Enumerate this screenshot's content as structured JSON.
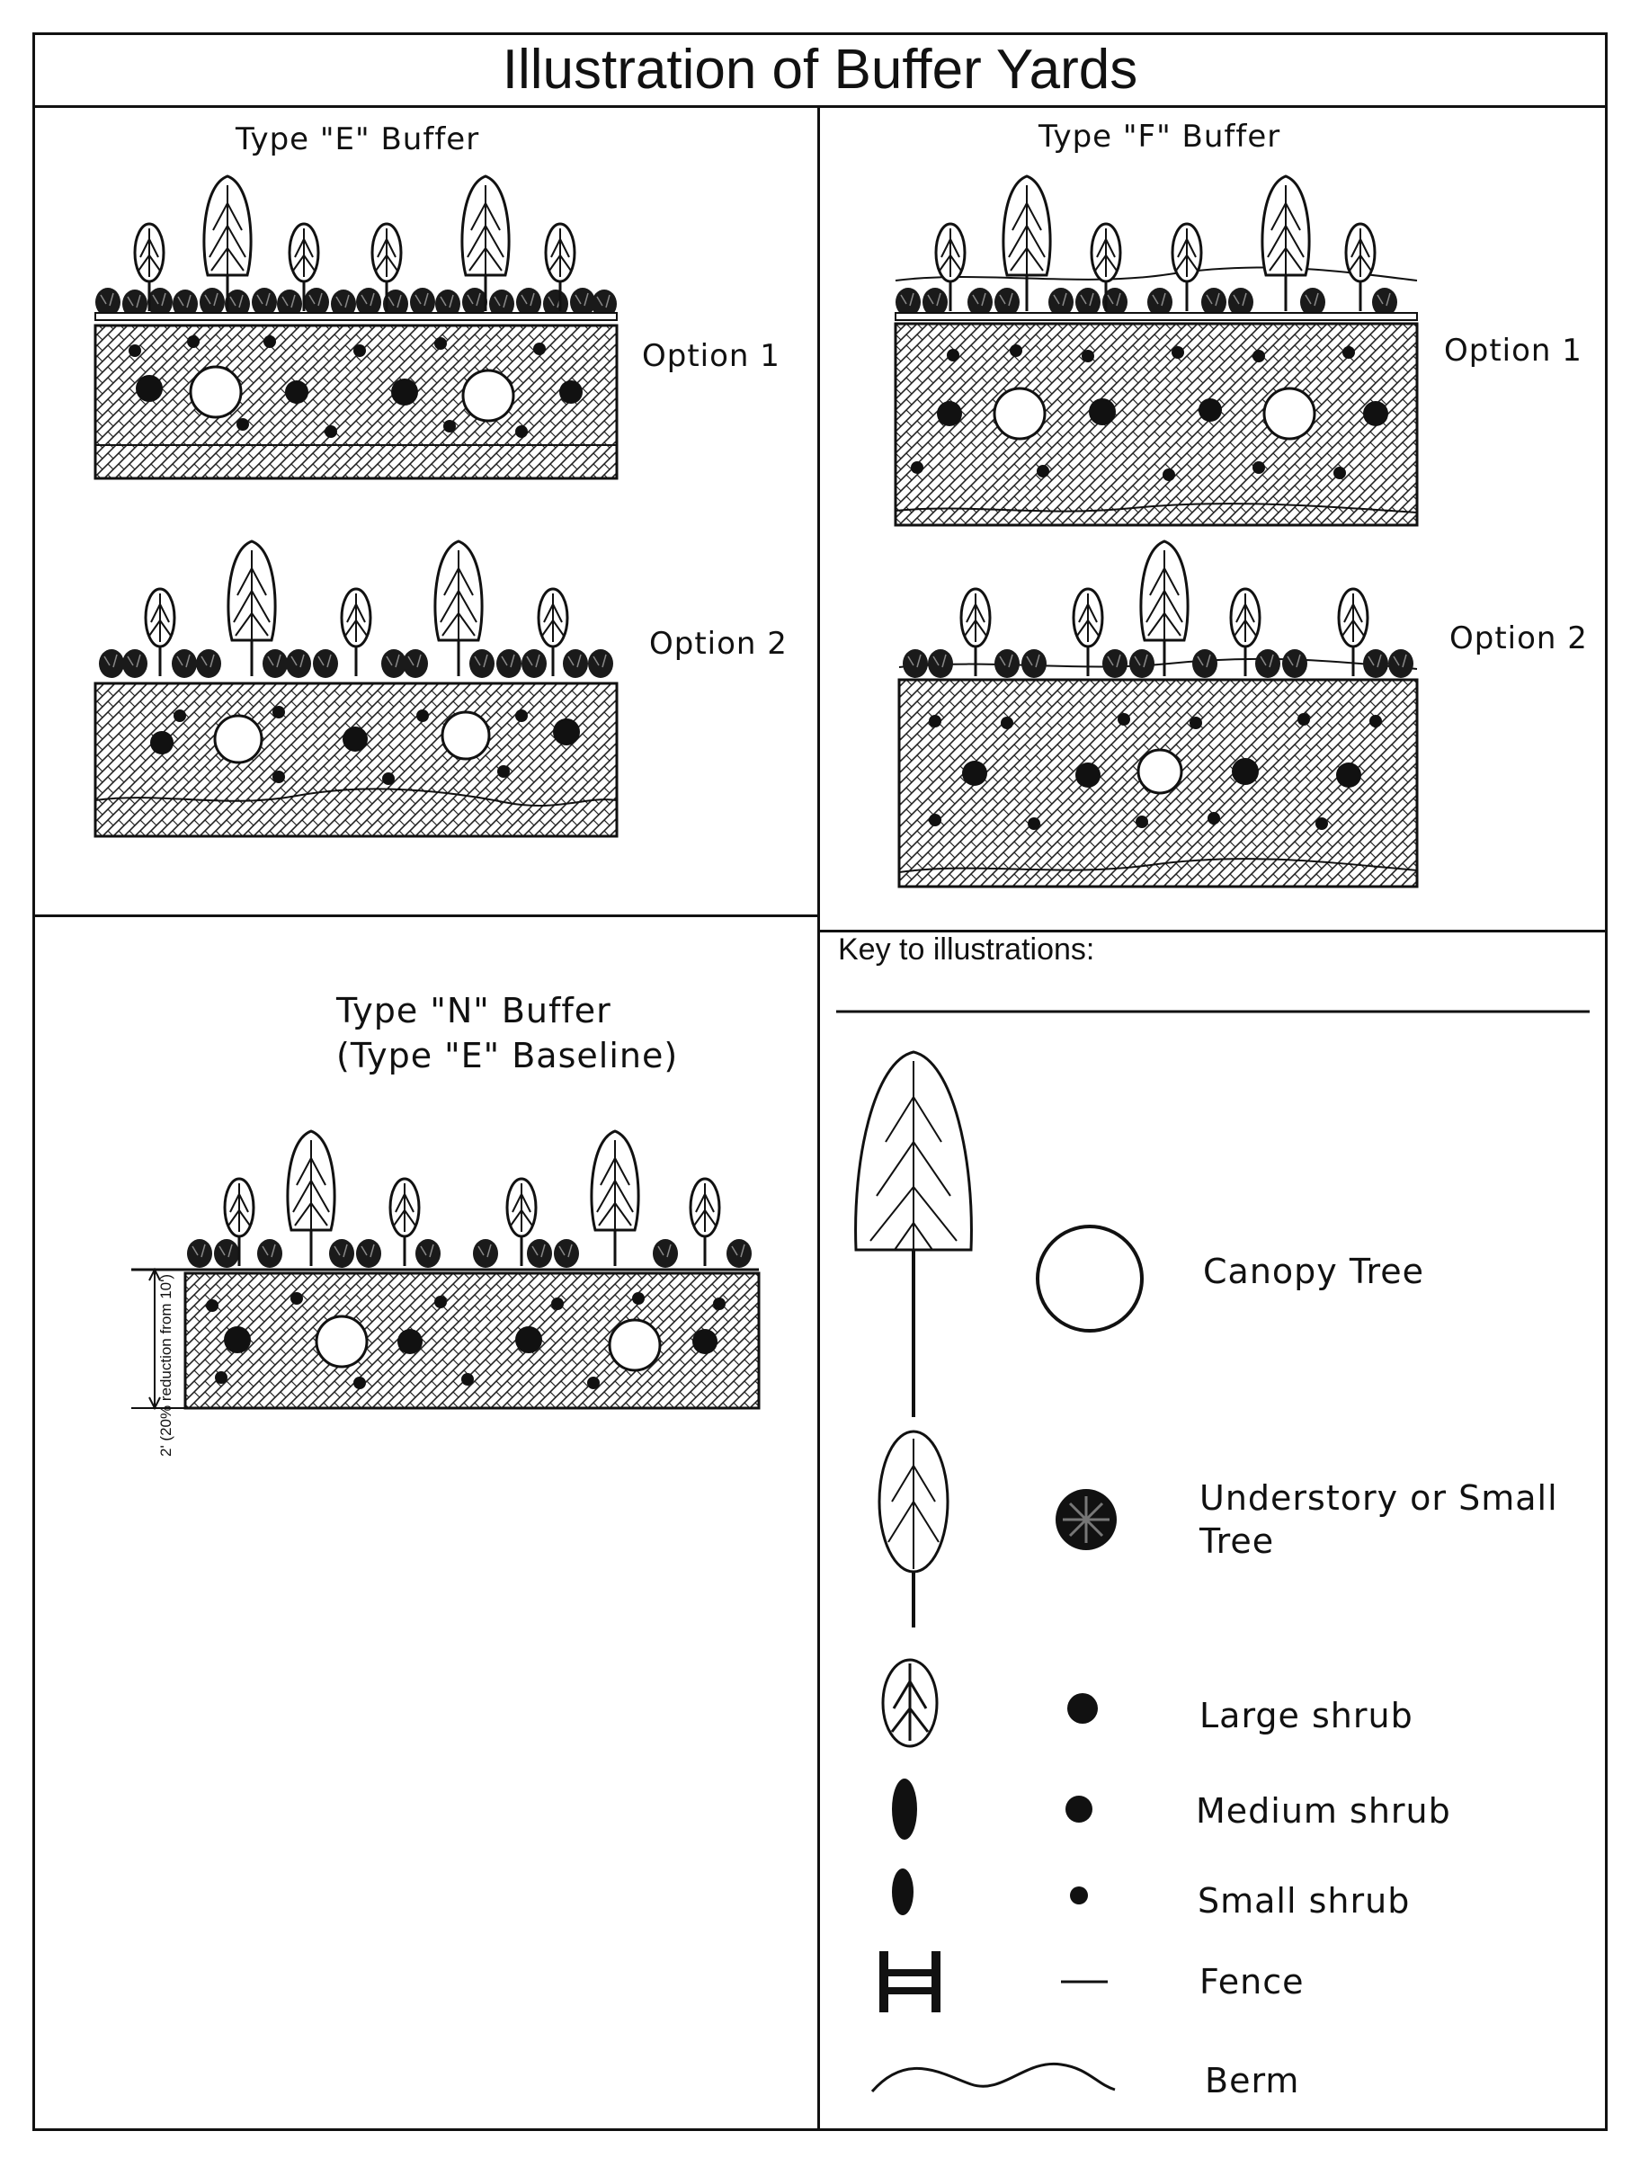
{
  "title": "Illustration of Buffer Yards",
  "panels": {
    "e": {
      "heading": "Type \"E\" Buffer",
      "option1": "Option 1",
      "option2": "Option 2"
    },
    "f": {
      "heading": "Type \"F\" Buffer",
      "option1": "Option 1",
      "option2": "Option 2"
    },
    "n": {
      "heading_line1": "Type \"N\" Buffer",
      "heading_line2": "(Type \"E\" Baseline)",
      "dimension_label": "2' (20% reduction from 10')"
    }
  },
  "key": {
    "heading": "Key to illustrations:",
    "items": [
      {
        "label": "Canopy Tree",
        "icon": "canopy-tree-icon"
      },
      {
        "label": "Understory or Small Tree",
        "icon": "understory-tree-icon"
      },
      {
        "label": "Large shrub",
        "icon": "large-shrub-icon"
      },
      {
        "label": "Medium shrub",
        "icon": "medium-shrub-icon"
      },
      {
        "label": "Small shrub",
        "icon": "small-shrub-icon"
      },
      {
        "label": "Fence",
        "icon": "fence-icon"
      },
      {
        "label": "Berm",
        "icon": "berm-icon"
      }
    ],
    "understory_line1": "Understory or Small",
    "understory_line2": "Tree"
  }
}
